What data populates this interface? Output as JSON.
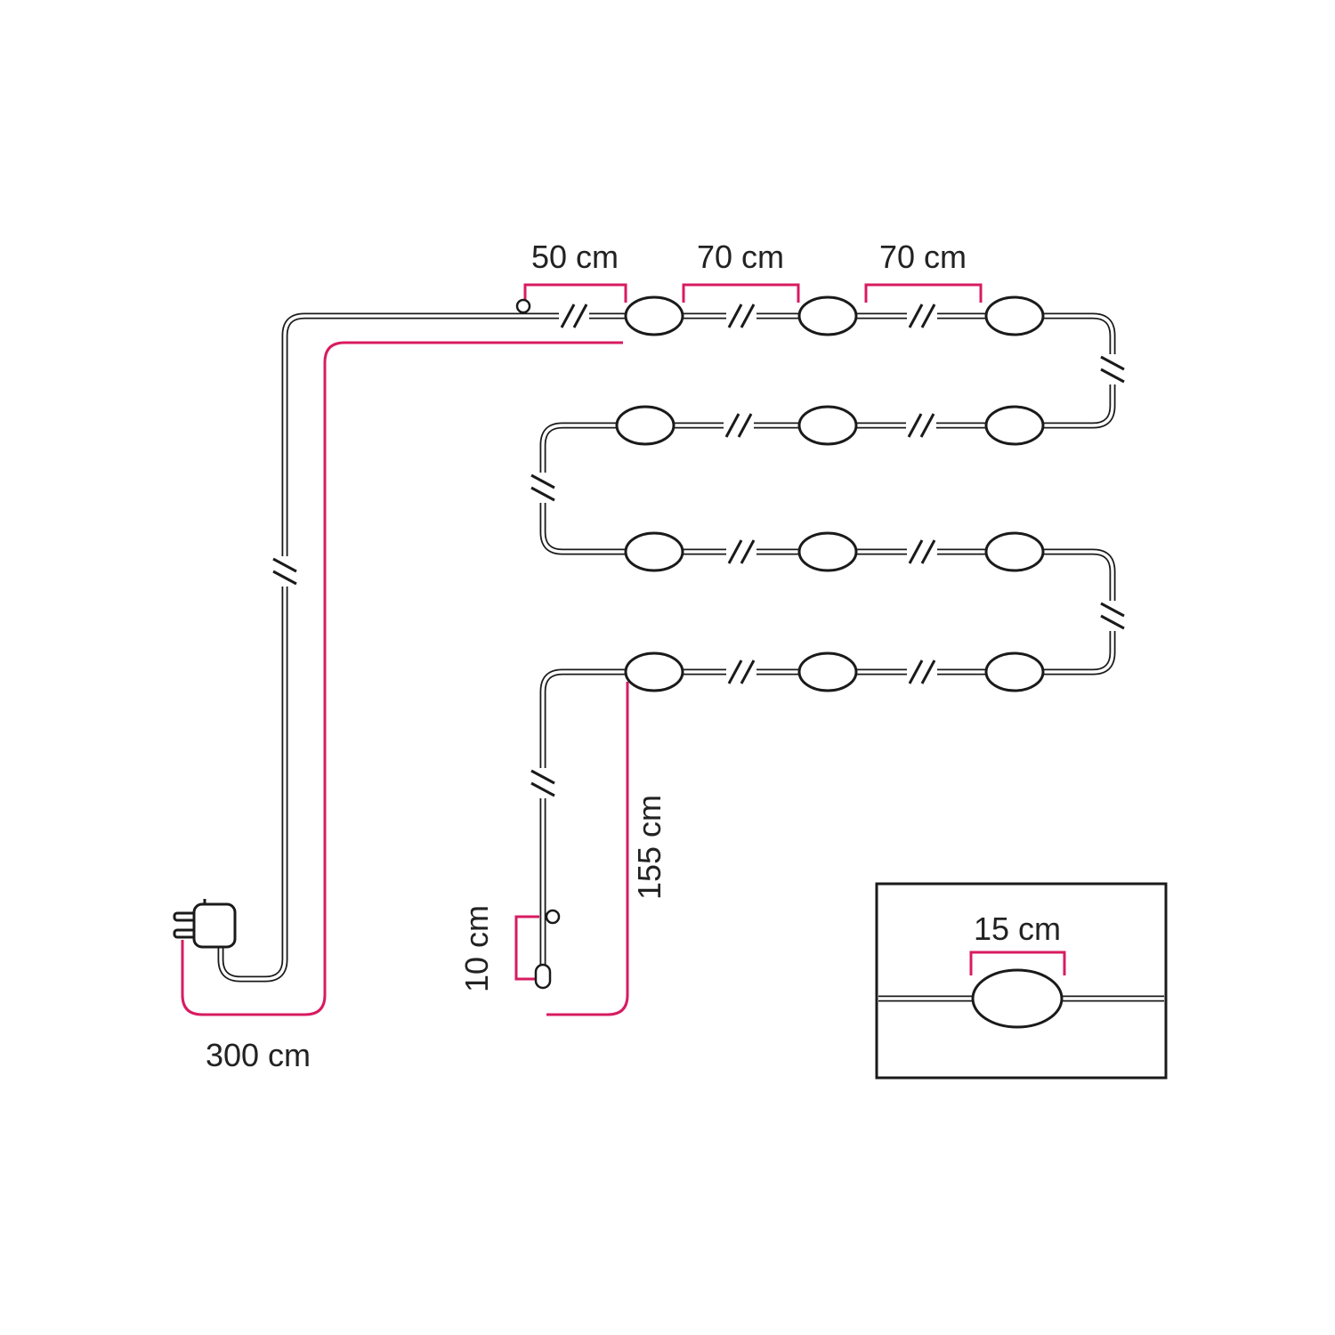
{
  "diagram": {
    "dimension_labels": {
      "hook_to_first_bulb": "50 cm",
      "bulb_spacing_a": "70 cm",
      "bulb_spacing_b": "70 cm",
      "plug_lead_cable": "300 cm",
      "tail_cable": "155 cm",
      "end_segment": "10 cm",
      "bulb_length": "15 cm"
    },
    "colors": {
      "cable": "#1a1a1a",
      "dimension": "#d81b60"
    }
  }
}
